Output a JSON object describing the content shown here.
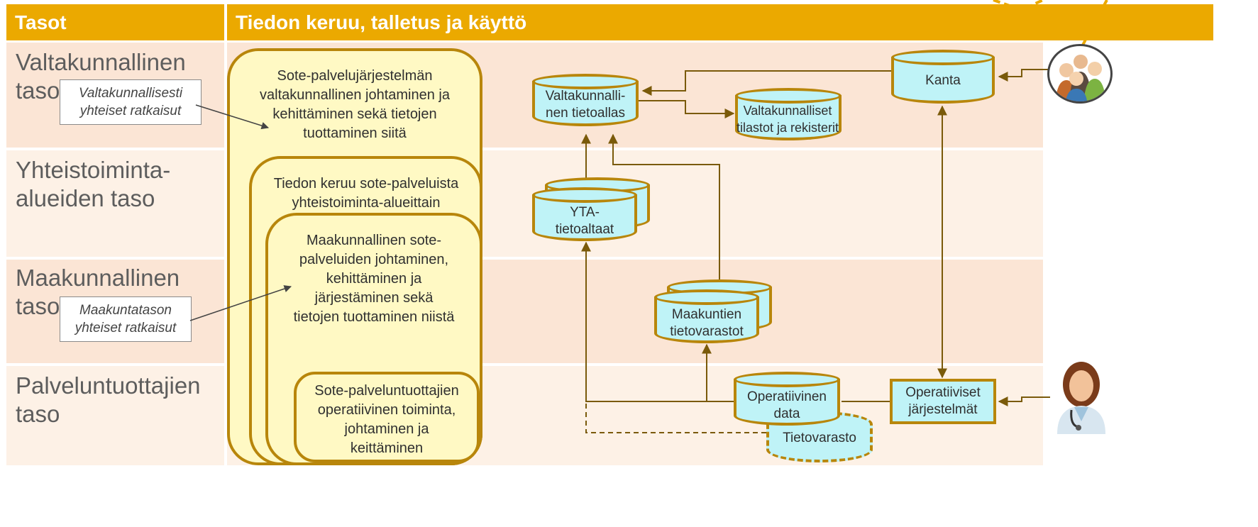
{
  "header": {
    "col1": "Tasot",
    "col2": "Tiedon keruu, talletus ja käyttö"
  },
  "levels": [
    {
      "line1": "Valtakunnallinen",
      "line2": "taso"
    },
    {
      "line1": "Yhteistoiminta-",
      "line2": "alueiden taso"
    },
    {
      "line1": "Maakunnallinen",
      "line2": "taso"
    },
    {
      "line1": "Palveluntuottajien",
      "line2": "taso"
    }
  ],
  "notes": [
    {
      "line1": "Valtakunnallisesti",
      "line2": "yhteiset ratkaisut"
    },
    {
      "line1": "Maakuntatason",
      "line2": "yhteiset ratkaisut"
    }
  ],
  "boxes": [
    {
      "lines": [
        "Sote-palvelujärjestelmän",
        "valtakunnallinen johtaminen ja",
        "kehittäminen sekä tietojen",
        "tuottaminen siitä"
      ]
    },
    {
      "lines": [
        "Tiedon keruu sote-palveluista",
        "yhteistoiminta-alueittain"
      ]
    },
    {
      "lines": [
        "Maakunnallinen sote-",
        "palveluiden johtaminen,",
        "kehittäminen ja",
        "järjestäminen sekä",
        "tietojen tuottaminen niistä"
      ]
    },
    {
      "lines": [
        "Sote-palveluntuottajien",
        "operatiivinen toiminta,",
        "johtaminen ja",
        "keittäminen"
      ]
    }
  ],
  "stores": {
    "tietoallas": {
      "line1": "Valtakunnalli-",
      "line2": "nen tietoallas"
    },
    "tilastot": {
      "line1": "Valtakunnalliset",
      "line2": "tilastot ja rekisterit"
    },
    "kanta": {
      "line1": "Kanta"
    },
    "yta": {
      "line1": "YTA-",
      "line2": "tietoaltaat"
    },
    "maakunta": {
      "line1": "Maakuntien",
      "line2": "tietovarastot"
    },
    "operatiivinen": {
      "line1": "Operatiivinen",
      "line2": "data"
    },
    "tietovarasto": {
      "line1": "Tietovarasto"
    },
    "jarjestelmat": {
      "line1": "Operatiiviset",
      "line2": "järjestelmät"
    }
  },
  "colors": {
    "header": "#eba900",
    "band_dark": "#fbe5d5",
    "band_light": "#fdf1e6",
    "line": "#7a5a0a",
    "border": "#b8860b",
    "cyan": "#bff3f7",
    "yellow": "#fff9c4"
  },
  "icons": {
    "top_right": "user-group-icon",
    "bottom_right": "doctor-icon"
  }
}
